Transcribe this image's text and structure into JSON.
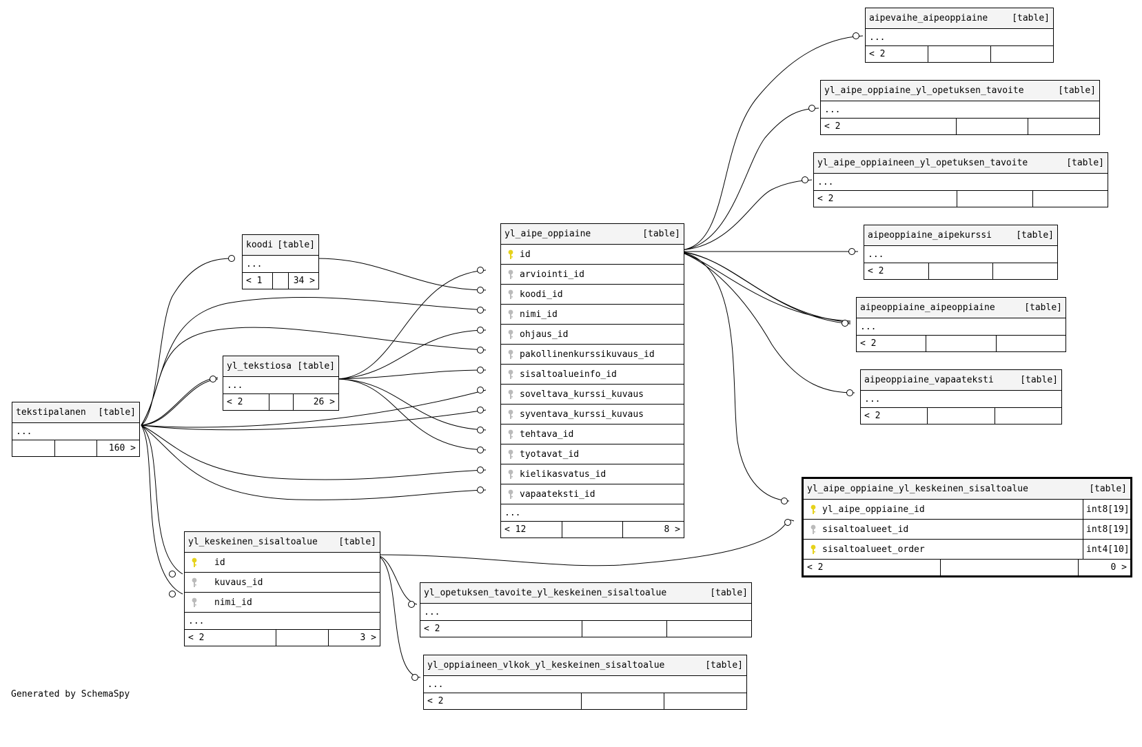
{
  "diagram": {
    "generated_by": "Generated by SchemaSpy",
    "tag": "[table]",
    "key_colors": {
      "primary": "#e6d21c",
      "foreign": "#bbbbbb"
    },
    "tables": {
      "aipevaihe": {
        "name": "aipevaihe_aipeoppiaine",
        "dots": "...",
        "prev": "< 2",
        "next": ""
      },
      "ylaipeoppiaine_opet": {
        "name": "yl_aipe_oppiaine_yl_opetuksen_tavoite",
        "dots": "...",
        "prev": "< 2",
        "next": ""
      },
      "ylaipeoppiaineen_opet": {
        "name": "yl_aipe_oppiaineen_yl_opetuksen_tavoite",
        "dots": "...",
        "prev": "< 2",
        "next": ""
      },
      "aipekurssi": {
        "name": "aipeoppiaine_aipekurssi",
        "dots": "...",
        "prev": "< 2",
        "next": ""
      },
      "aipeaipe": {
        "name": "aipeoppiaine_aipeoppiaine",
        "dots": "...",
        "prev": "< 2",
        "next": ""
      },
      "vapaateksti": {
        "name": "aipeoppiaine_vapaateksti",
        "dots": "...",
        "prev": "< 2",
        "next": ""
      },
      "koodi": {
        "name": "koodi",
        "dots": "...",
        "prev": "< 1",
        "next": "34 >"
      },
      "tekstiosa": {
        "name": "yl_tekstiosa",
        "dots": "...",
        "prev": "< 2",
        "next": "26 >"
      },
      "tekstipalanen": {
        "name": "tekstipalanen",
        "dots": "...",
        "prev": "",
        "next": "160 >"
      },
      "main": {
        "name": "yl_aipe_oppiaine",
        "columns": [
          "id",
          "arviointi_id",
          "koodi_id",
          "nimi_id",
          "ohjaus_id",
          "pakollinenkurssikuvaus_id",
          "sisaltoalueinfo_id",
          "soveltava_kurssi_kuvaus",
          "syventava_kurssi_kuvaus",
          "tehtava_id",
          "tyotavat_id",
          "kielikasvatus_id",
          "vapaateksti_id"
        ],
        "dots": "...",
        "prev": "< 12",
        "next": "8 >"
      },
      "keskeinen": {
        "name": "yl_keskeinen_sisaltoalue",
        "columns": [
          "id",
          "kuvaus_id",
          "nimi_id"
        ],
        "dots": "...",
        "prev": "< 2",
        "next": "3 >"
      },
      "focus": {
        "name": "yl_aipe_oppiaine_yl_keskeinen_sisaltoalue",
        "columns": [
          "yl_aipe_oppiaine_id",
          "sisaltoalueet_id",
          "sisaltoalueet_order"
        ],
        "types": [
          "int8[19]",
          "int8[19]",
          "int4[10]"
        ],
        "prev": "< 2",
        "next": "0 >"
      },
      "opet_kesk": {
        "name": "yl_opetuksen_tavoite_yl_keskeinen_sisaltoalue",
        "dots": "...",
        "prev": "< 2",
        "next": ""
      },
      "vlkok_kesk": {
        "name": "yl_oppiaineen_vlkok_yl_keskeinen_sisaltoalue",
        "dots": "...",
        "prev": "< 2",
        "next": ""
      }
    }
  }
}
